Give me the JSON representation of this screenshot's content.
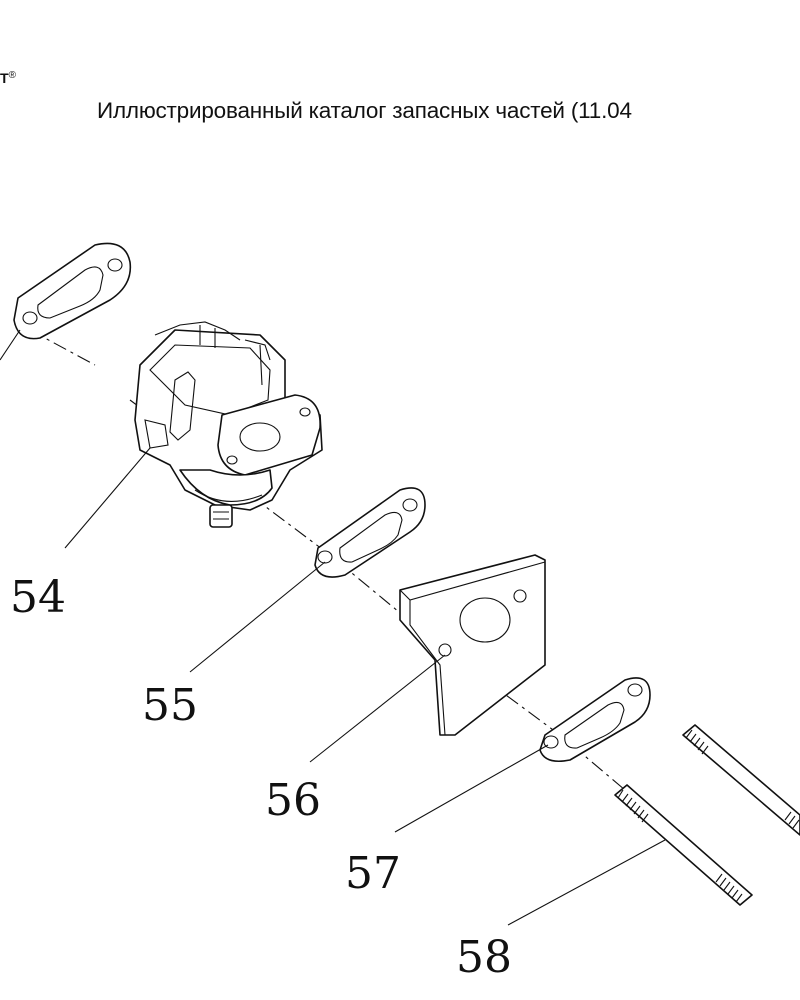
{
  "header": {
    "brand_fragment": "T",
    "brand_registered": "®",
    "title": "Иллюстрированный каталог запасных частей (11.04"
  },
  "callouts": [
    {
      "id": "54",
      "label": "54"
    },
    {
      "id": "55",
      "label": "55"
    },
    {
      "id": "56",
      "label": "56"
    },
    {
      "id": "57",
      "label": "57"
    },
    {
      "id": "58",
      "label": "58"
    }
  ]
}
